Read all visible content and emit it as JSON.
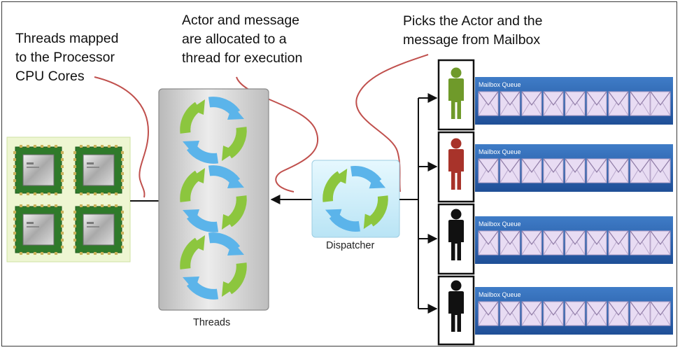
{
  "annotations": {
    "threads_mapped": [
      "Threads mapped",
      "to the Processor",
      "CPU Cores"
    ],
    "actor_message": [
      "Actor and message",
      "are allocated to a",
      "thread for execution"
    ],
    "picks_actor": [
      "Picks the Actor and the",
      "message from Mailbox"
    ]
  },
  "labels": {
    "threads": "Threads",
    "dispatcher": "Dispatcher",
    "mailbox_queue": "Mailbox Queue"
  },
  "actors": [
    {
      "color": "#6f9a2a"
    },
    {
      "color": "#a8332a"
    },
    {
      "color": "#111111"
    },
    {
      "color": "#111111"
    }
  ],
  "colors": {
    "cpu_panel": "#eef6d2",
    "chip_board": "#2f7a2a",
    "threads_panel": "#c9c9c9",
    "dispatcher_panel": "#cfeefa",
    "mailbox_bar": "#2b63ae",
    "envelope": "#e8dcf3",
    "cycle_green": "#8cc63e",
    "cycle_blue": "#5bb4ea",
    "annotation_line": "#c0504d"
  },
  "icons": [
    "cpu-chip-icon",
    "cycle-arrows-icon",
    "person-icon",
    "envelope-icon"
  ]
}
